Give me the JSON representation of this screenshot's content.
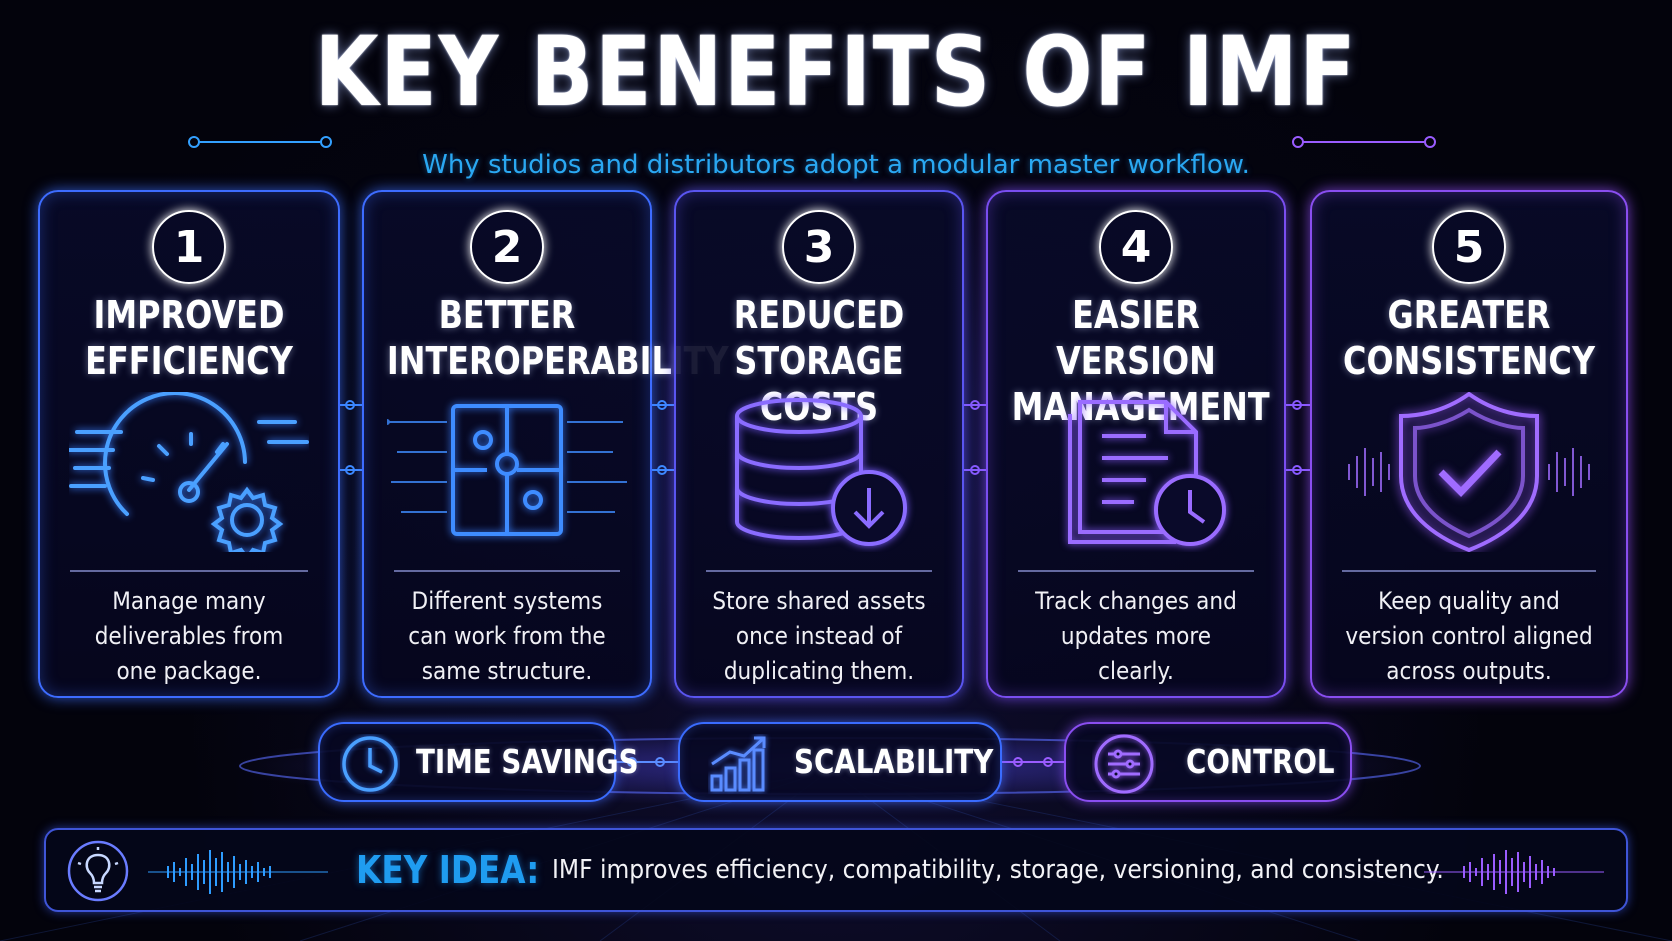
{
  "title": "KEY BENEFITS OF IMF",
  "subtitle": "Why studios and distributors adopt a modular master workflow.",
  "cards": [
    {
      "number": "1",
      "heading_line1": "IMPROVED",
      "heading_line2": "EFFICIENCY",
      "desc_line1": "Manage many",
      "desc_line2": "deliverables from",
      "desc_line3": "one package.",
      "icon": "speedometer-gear-icon",
      "color": "#3d6cff"
    },
    {
      "number": "2",
      "heading_line1": "BETTER",
      "heading_line2": "INTEROPERABILITY",
      "desc_line1": "Different systems",
      "desc_line2": "can work from the",
      "desc_line3": "same structure.",
      "icon": "puzzle-icon",
      "color": "#3d6cff"
    },
    {
      "number": "3",
      "heading_line1": "REDUCED",
      "heading_line2": "STORAGE COSTS",
      "desc_line1": "Store shared assets",
      "desc_line2": "once instead of",
      "desc_line3": "duplicating them.",
      "icon": "database-download-icon",
      "color": "#5a55f0"
    },
    {
      "number": "4",
      "heading_line1": "EASIER VERSION",
      "heading_line2": "MANAGEMENT",
      "desc_line1": "Track changes and",
      "desc_line2": "updates more",
      "desc_line3": "clearly.",
      "icon": "document-clock-icon",
      "color": "#7a4ef0"
    },
    {
      "number": "5",
      "heading_line1": "GREATER",
      "heading_line2": "CONSISTENCY",
      "desc_line1": "Keep quality and",
      "desc_line2": "version control aligned",
      "desc_line3": "across outputs.",
      "icon": "shield-check-icon",
      "color": "#8a4ef0"
    }
  ],
  "pills": [
    {
      "label": "TIME SAVINGS",
      "icon": "clock-icon"
    },
    {
      "label": "SCALABILITY",
      "icon": "growth-chart-icon"
    },
    {
      "label": "CONTROL",
      "icon": "sliders-icon"
    }
  ],
  "key_idea": {
    "label": "KEY IDEA:",
    "text": "IMF improves efficiency, compatibility, storage, versioning, and consistency.",
    "icon": "lightbulb-icon"
  },
  "colors": {
    "blue": "#3d6cff",
    "purple": "#8a4ef0",
    "cyan": "#2aa8f2"
  }
}
